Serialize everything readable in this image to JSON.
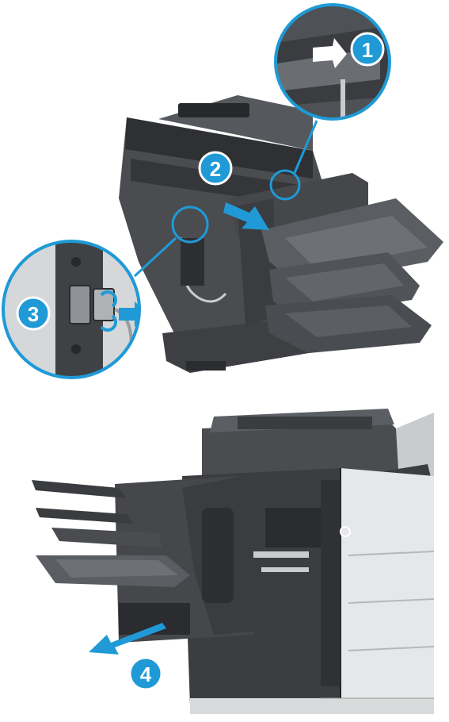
{
  "steps": [
    {
      "number": "1",
      "action": "press-release-latch"
    },
    {
      "number": "2",
      "action": "pull-finisher-out"
    },
    {
      "number": "3",
      "action": "disconnect-cable"
    },
    {
      "number": "4",
      "action": "slide-finisher-away"
    }
  ],
  "colors": {
    "callout_blue": "#1f9ad6",
    "arrow_blue": "#1f9ad6",
    "printer_dark": "#3b3d40",
    "printer_mid": "#5d6064",
    "printer_light": "#c9cbcd",
    "panel_white": "#f2f3f4"
  },
  "icons": [
    "arrow-icon",
    "callout-magnifier-icon",
    "cable-connector-icon"
  ]
}
